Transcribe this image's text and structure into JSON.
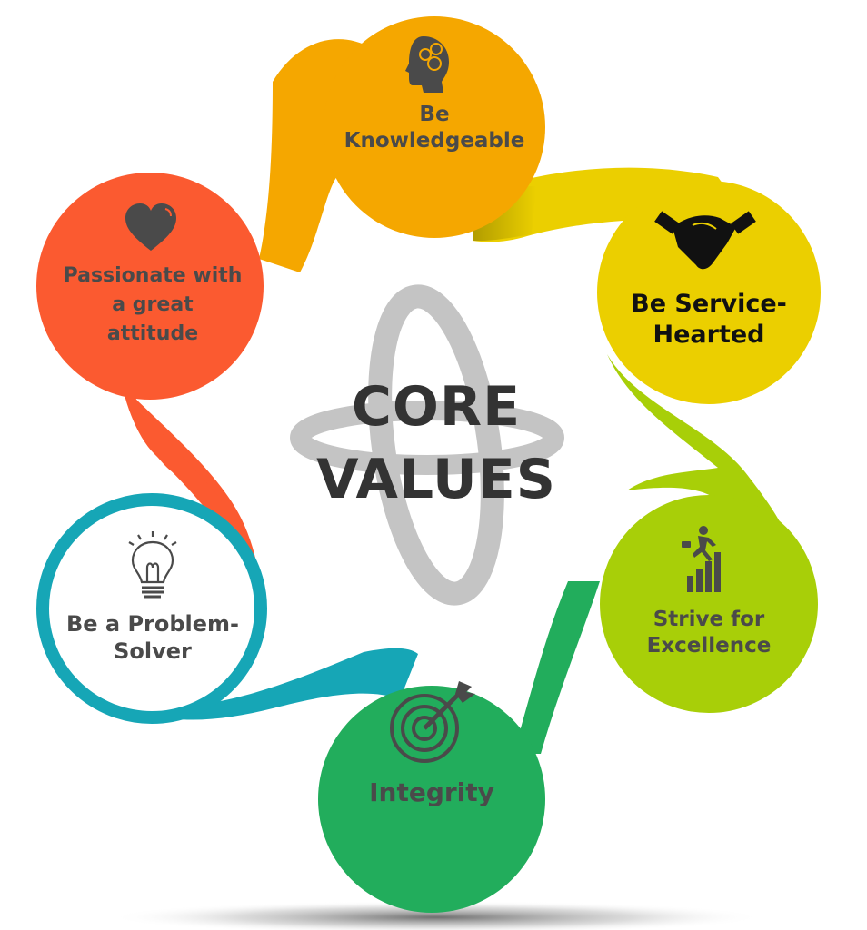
{
  "title": {
    "line1": "CORE",
    "line2": "VALUES"
  },
  "values": [
    {
      "id": "knowledgeable",
      "label": "Be\nKnowledgeable",
      "icon": "head-gears-icon",
      "color": "#f5a700",
      "text_color": "#4a4a4a"
    },
    {
      "id": "service",
      "label": "Be Service-\nHearted",
      "icon": "handshake-icon",
      "color": "#ebcf00",
      "text_color": "#111111"
    },
    {
      "id": "excellence",
      "label": "Strive for\nExcellence",
      "icon": "climbing-bars-icon",
      "color": "#a8cf08",
      "text_color": "#4a4a4a"
    },
    {
      "id": "integrity",
      "label": "Integrity",
      "icon": "target-arrow-icon",
      "color": "#22ad5c",
      "text_color": "#4a4a4a"
    },
    {
      "id": "problem-solver",
      "label": "Be a Problem-\nSolver",
      "icon": "lightbulb-icon",
      "color": "#16a6b6",
      "text_color": "#4a4a4a"
    },
    {
      "id": "passionate",
      "label": "Passionate with\na great\nattitude",
      "icon": "heart-icon",
      "color": "#fb5a30",
      "text_color": "#4a4a4a"
    }
  ],
  "colors": {
    "watermark": "#c4c4c4",
    "icon_dark": "#4a4a4a",
    "title": "#333333"
  }
}
